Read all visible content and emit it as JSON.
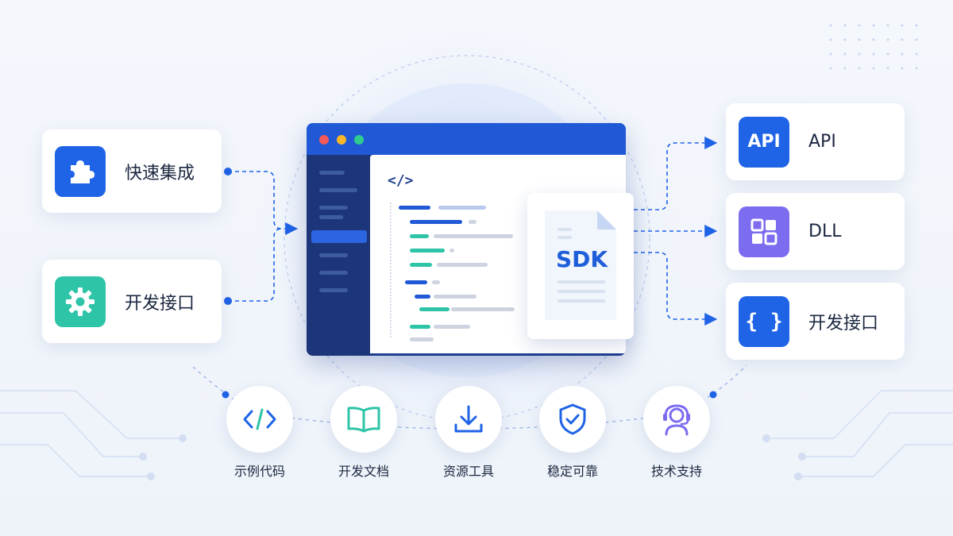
{
  "left_cards": [
    {
      "label": "快速集成",
      "icon": "puzzle-icon",
      "color": "#1f63e6"
    },
    {
      "label": "开发接口",
      "icon": "gear-icon",
      "color": "#2ec4a7"
    }
  ],
  "right_cards": [
    {
      "label": "API",
      "tile_text": "API",
      "icon": "api-icon",
      "color": "#1f63e6"
    },
    {
      "label": "DLL",
      "icon": "grid-icon",
      "color": "#7b6cf0"
    },
    {
      "label": "开发接口",
      "tile_text": "{ }",
      "icon": "braces-icon",
      "color": "#1f63e6"
    }
  ],
  "center": {
    "code_tag": "</>",
    "sdk_label": "SDK",
    "window_dots": [
      "#f05a5a",
      "#f6b82a",
      "#2ecc8f"
    ]
  },
  "features": [
    {
      "label": "示例代码",
      "icon": "code-icon"
    },
    {
      "label": "开发文档",
      "icon": "book-icon"
    },
    {
      "label": "资源工具",
      "icon": "download-icon"
    },
    {
      "label": "稳定可靠",
      "icon": "shield-check-icon"
    },
    {
      "label": "技术支持",
      "icon": "headset-icon"
    }
  ],
  "colors": {
    "primary": "#1f63e6",
    "teal": "#2ec4a7",
    "purple": "#7b6cf0",
    "window": "#1e3e8e"
  }
}
